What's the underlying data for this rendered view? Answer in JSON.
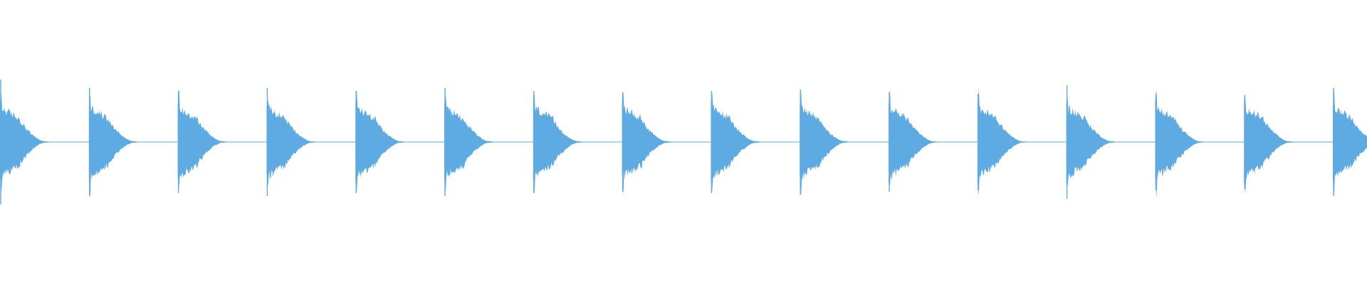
{
  "waveform": {
    "color": "#5eabe3",
    "background": "#ffffff",
    "hit_count": 16,
    "hit_interval_seconds": 0.5,
    "peak_amplitude": 0.42,
    "sustain_amplitude": 0.25,
    "tail_amplitude": 0.02,
    "decay_fraction": 0.5,
    "hits": [
      {
        "index": 1,
        "transient_peak": 0.44
      },
      {
        "index": 2,
        "transient_peak": 0.38
      },
      {
        "index": 3,
        "transient_peak": 0.36
      },
      {
        "index": 4,
        "transient_peak": 0.38
      },
      {
        "index": 5,
        "transient_peak": 0.36
      },
      {
        "index": 6,
        "transient_peak": 0.38
      },
      {
        "index": 7,
        "transient_peak": 0.36
      },
      {
        "index": 8,
        "transient_peak": 0.35
      },
      {
        "index": 9,
        "transient_peak": 0.36
      },
      {
        "index": 10,
        "transient_peak": 0.37
      },
      {
        "index": 11,
        "transient_peak": 0.35
      },
      {
        "index": 12,
        "transient_peak": 0.34
      },
      {
        "index": 13,
        "transient_peak": 0.4
      },
      {
        "index": 14,
        "transient_peak": 0.34
      },
      {
        "index": 15,
        "transient_peak": 0.33
      },
      {
        "index": 16,
        "transient_peak": 0.38
      }
    ]
  }
}
